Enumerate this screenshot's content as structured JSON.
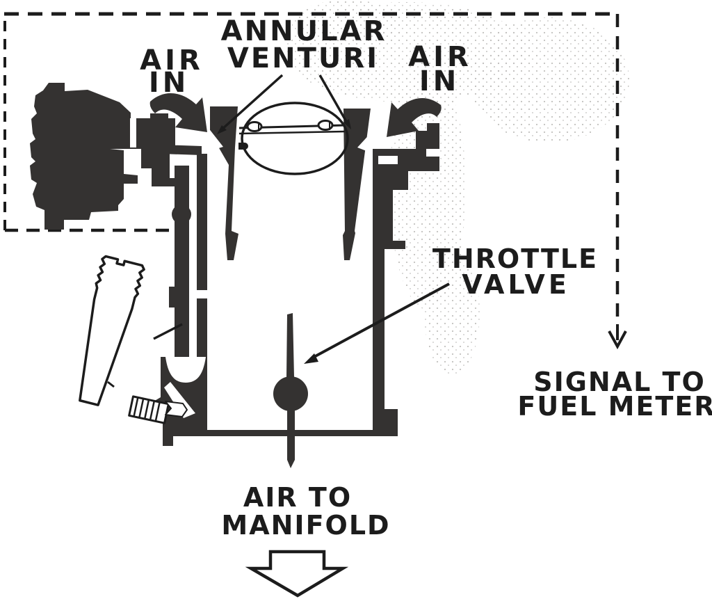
{
  "figure": {
    "type": "technical cross-section diagram",
    "subject": "Carburetor air-metering section with annular venturi"
  },
  "colors": {
    "ink": "#1c1c1c",
    "body_fill": "#343231",
    "background": "#ffffff",
    "stipple": "#8f8d89"
  },
  "labels": {
    "annular_venturi": {
      "line1": "ANNULAR",
      "line2": "VENTURI"
    },
    "air_in_left": {
      "line1": "AIR",
      "line2": "IN"
    },
    "air_in_right": {
      "line1": "AIR",
      "line2": "IN"
    },
    "throttle_valve": {
      "line1": "THROTTLE",
      "line2": "VALVE"
    },
    "signal_to_fuel_meter": {
      "line1": "SIGNAL TO",
      "line2": "FUEL METER"
    },
    "air_to_manifold": {
      "line1": "AIR TO",
      "line2": "MANIFOLD"
    }
  }
}
